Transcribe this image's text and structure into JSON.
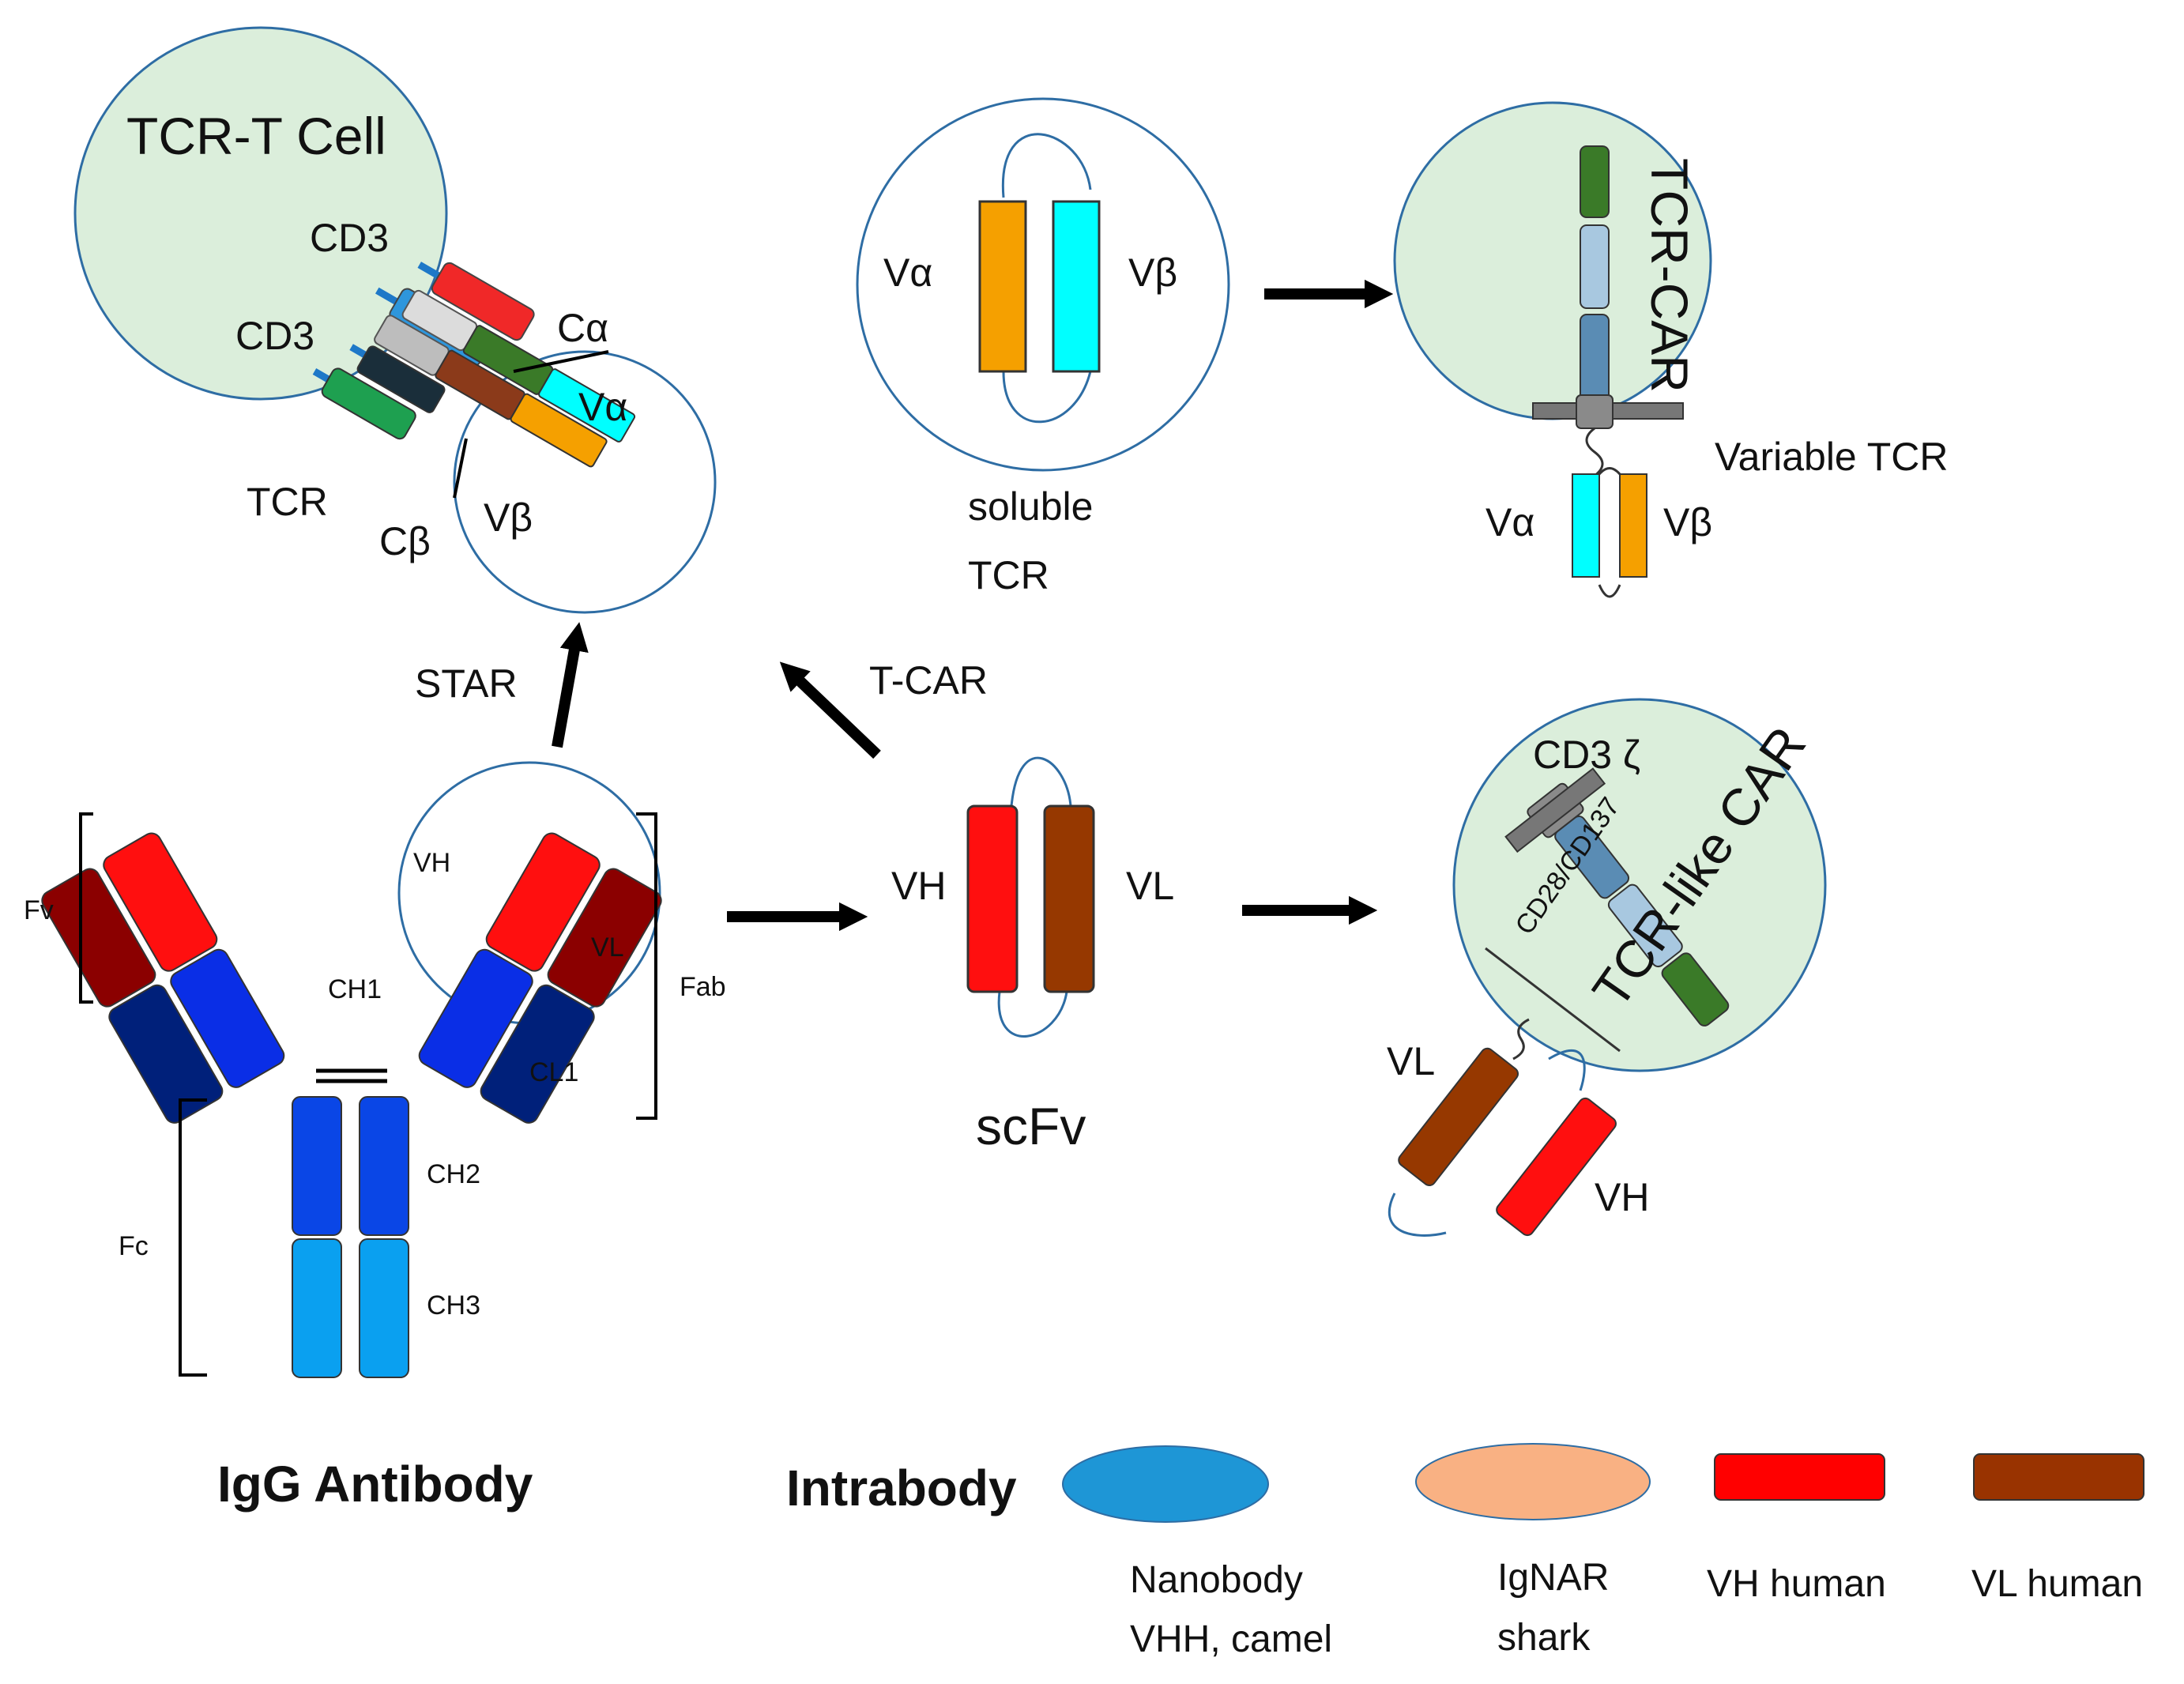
{
  "labels": {
    "tcr_t_cell": "TCR-T Cell",
    "cd3_upper": "CD3",
    "cd3_lower": "CD3",
    "c_alpha": "Cα",
    "v_alpha_tcrt": "Vα",
    "tcr": "TCR",
    "c_beta": "Cβ",
    "v_beta_tcrt": "Vβ",
    "v_alpha_soluble": "Vα",
    "v_beta_soluble": "Vβ",
    "soluble_line1": "soluble",
    "soluble_line2": "TCR",
    "tcr_car": "TCR-CAR",
    "variable_tcr": "Variable TCR",
    "v_alpha_car": "Vα",
    "v_beta_car": "Vβ",
    "star": "STAR",
    "t_car": "T-CAR",
    "fv": "Fv",
    "vh_ab": "VH",
    "vl_ab": "VL",
    "ch1": "CH1",
    "fab": "Fab",
    "cl1": "CL1",
    "ch2": "CH2",
    "fc": "Fc",
    "ch3": "CH3",
    "igg_antibody": "IgG Antibody",
    "vh_scfv": "VH",
    "vl_scfv": "VL",
    "scfv": "scFv",
    "cd3_zeta": "CD3 ζ",
    "cd28_cd137": "CD28/CD137",
    "tcr_like_car": "TCR-like CAR",
    "vl_car": "VL",
    "vh_car": "VH"
  },
  "legend": {
    "title": "Intrabody",
    "items": [
      {
        "line1": "Nanobody",
        "line2": "VHH, camel",
        "color": "#1e96d6",
        "shape": "ellipse"
      },
      {
        "line1": "IgNAR",
        "line2": "shark",
        "color": "#f9b183",
        "shape": "ellipse"
      },
      {
        "line1": "VH human",
        "line2": "",
        "color": "#ff0000",
        "shape": "rounded-rect"
      },
      {
        "line1": "VL human",
        "line2": "",
        "color": "#993300",
        "shape": "rounded-rect"
      }
    ]
  },
  "colors": {
    "cell_fill": "#dbeedb",
    "circle_stroke": "#2e6da4",
    "vh_red": "#ff0f0f",
    "vl_brown": "#963800",
    "heavy_dark_red": "#8b0000",
    "light_navy": "#00207a",
    "ch1_blue": "#0a2ee6",
    "ch2_blue": "#0a46e6",
    "ch3_blue": "#0aa0f0",
    "v_alpha_orange": "#f5a000",
    "v_beta_cyan": "#00ffff",
    "green_dark": "#3a7a28",
    "arrow": "#000000"
  }
}
